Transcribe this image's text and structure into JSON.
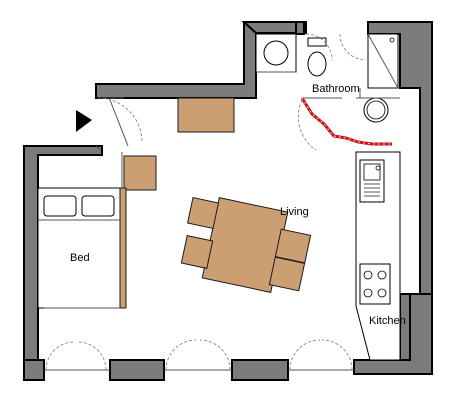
{
  "labels": {
    "bathroom": "Bathroom",
    "living": "Living",
    "bed": "Bed",
    "kitchen": "Kitchen"
  },
  "colors": {
    "wall": "#7b7b7b",
    "furniture": "#cc9f72",
    "pipe_highlight": "#d01010"
  },
  "icons": {
    "entrance": "entrance-arrow-icon"
  }
}
